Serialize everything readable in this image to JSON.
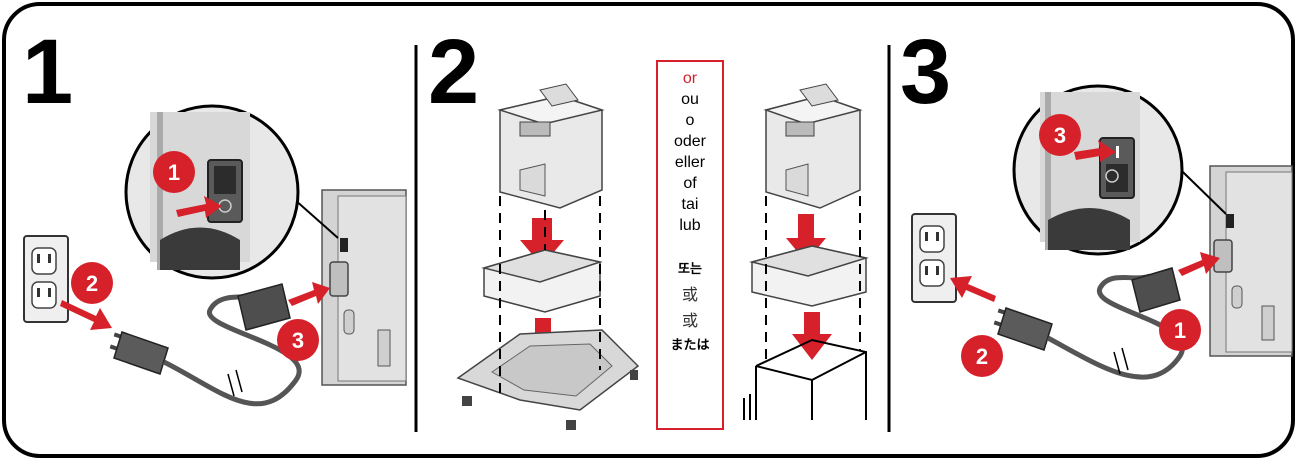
{
  "steps": {
    "one": "1",
    "two": "2",
    "three": "3"
  },
  "or_box": {
    "words": [
      "or",
      "ou",
      "o",
      "oder",
      "eller",
      "of",
      "tai",
      "lub"
    ],
    "cjk_words": [
      "또는",
      "或",
      "或",
      "または"
    ]
  },
  "badges": {
    "p1_switch": "1",
    "p1_outlet": "2",
    "p1_cord": "3",
    "p3_switch": "3",
    "p3_cord": "1",
    "p3_outlet": "2"
  },
  "colors": {
    "badge_red": "#d6212a",
    "arrow_red": "#d6212a",
    "outline": "#000000"
  },
  "icons": [
    "power-switch-icon",
    "wall-outlet-icon",
    "power-plug-icon",
    "power-cord-icon",
    "printer-icon",
    "optional-tray-icon",
    "caster-base-icon",
    "printer-stand-icon"
  ]
}
